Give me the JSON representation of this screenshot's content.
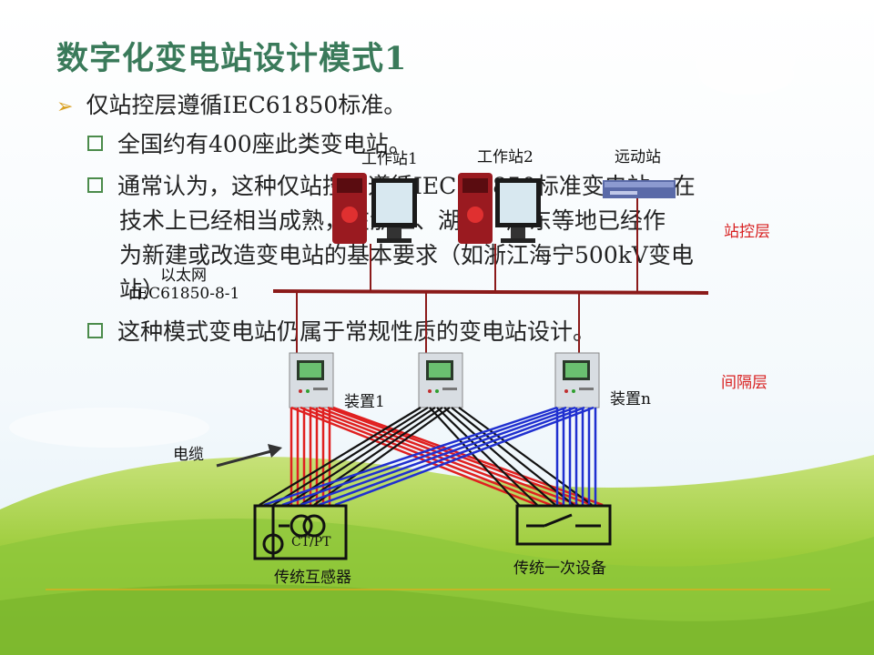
{
  "title": "数字化变电站设计模式1",
  "bullet_main": "仅站控层遵循IEC61850标准。",
  "sub1": "全国约有400座此类变电站。",
  "sub2_lines": [
    "通常认为，这种仅站控层遵循IEC 61850标准变电站，在",
    "技术上已经相当成熟，在浙江、湖北、广东等地已经作",
    "为新建或改造变电站的基本要求（如浙江海宁500kV变电",
    "站）"
  ],
  "sub3": "这种模式变电站仍属于常规性质的变电站设计。",
  "diagram": {
    "workstation1": "工作站1",
    "workstation2": "工作站2",
    "remote_station": "远动站",
    "station_layer": "站控层",
    "ethernet": "以太网",
    "iec_standard": "IEC61850-8-1",
    "bay_layer": "间隔层",
    "device1": "装置1",
    "devicen": "装置n",
    "cable": "电缆",
    "ctpt": "CT/PT",
    "traditional_transformer": "传统互感器",
    "traditional_primary": "传统一次设备"
  },
  "colors": {
    "title": "#3a7a5a",
    "red_wire": "#e02020",
    "blue_wire": "#2030d0",
    "black_wire": "#111111",
    "bus": "#8b1a1a"
  }
}
